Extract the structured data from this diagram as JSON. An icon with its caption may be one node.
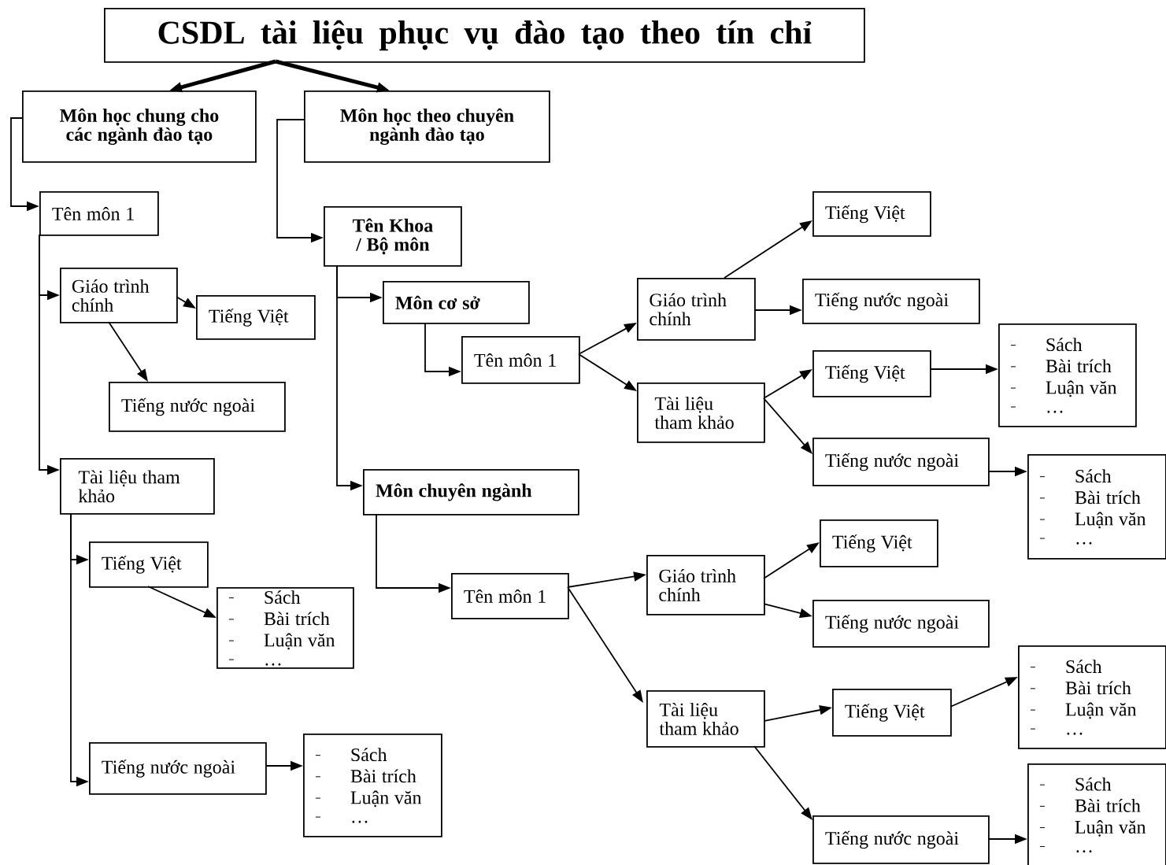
{
  "diagram": {
    "nodes": [
      {
        "text": [
          "CSDL tài liệu phục vụ đào tạo theo tín chỉ"
        ]
      },
      {
        "text": [
          "Môn học chung cho các ngành đào tạo"
        ]
      },
      {
        "text": [
          "Môn học theo chuyên ngành đào tạo"
        ]
      },
      {
        "text": [
          "Tên môn 1"
        ]
      },
      {
        "text": [
          "Giáo trình chính"
        ]
      },
      {
        "text": [
          "Tiếng Việt"
        ]
      },
      {
        "text": [
          "Tiếng nước ngoài"
        ]
      },
      {
        "text": [
          "Tài liệu tham khảo"
        ]
      },
      {
        "text": [
          "Tiếng Việt"
        ]
      },
      {
        "text": [
          "Sách",
          "Bài trích",
          "Luận văn",
          "…"
        ]
      },
      {
        "text": [
          "Tiếng nước ngoài"
        ]
      },
      {
        "text": [
          "Sách",
          "Bài trích",
          "Luận văn",
          "…"
        ]
      },
      {
        "text": [
          "Tên Khoa / Bộ môn"
        ]
      },
      {
        "text": [
          "Môn cơ sở"
        ]
      },
      {
        "text": [
          "Tên môn 1"
        ]
      },
      {
        "text": [
          "Giáo trình chính"
        ]
      },
      {
        "text": [
          "Tiếng Việt"
        ]
      },
      {
        "text": [
          "Tiếng nước ngoài"
        ]
      },
      {
        "text": [
          "Tài liệu tham khảo"
        ]
      },
      {
        "text": [
          "Tiếng Việt"
        ]
      },
      {
        "text": [
          "Sách",
          "Bài trích",
          "Luận văn",
          "…"
        ]
      },
      {
        "text": [
          "Tiếng nước ngoài"
        ]
      },
      {
        "text": [
          "Sách",
          "Bài trích",
          "Luận văn",
          "…"
        ]
      },
      {
        "text": [
          "Môn chuyên ngành"
        ]
      },
      {
        "text": [
          "Tên môn 1"
        ]
      },
      {
        "text": [
          "Giáo trình chính"
        ]
      },
      {
        "text": [
          "Tiếng Việt"
        ]
      },
      {
        "text": [
          "Tiếng nước ngoài"
        ]
      },
      {
        "text": [
          "Tài liệu tham khảo"
        ]
      },
      {
        "text": [
          "Tiếng Việt"
        ]
      },
      {
        "text": [
          "Sách",
          "Bài trích",
          "Luận văn",
          "…"
        ]
      },
      {
        "text": [
          "Tiếng nước ngoài"
        ]
      },
      {
        "text": [
          "Sách",
          "Bài trích",
          "Luận văn",
          "…"
        ]
      }
    ],
    "edges": [
      {
        "from": 0,
        "to": 1,
        "arrow": "to",
        "style": "thick"
      },
      {
        "from": 0,
        "to": 2,
        "arrow": "to",
        "style": "thick"
      },
      {
        "from": 1,
        "to": 3,
        "arrow": "to"
      },
      {
        "from": 3,
        "to": 4,
        "arrow": "to"
      },
      {
        "from": 3,
        "to": 7,
        "arrow": "to"
      },
      {
        "from": 4,
        "to": 5,
        "arrow": "to"
      },
      {
        "from": 4,
        "to": 6,
        "arrow": "to"
      },
      {
        "from": 7,
        "to": 8,
        "arrow": "to"
      },
      {
        "from": 7,
        "to": 10,
        "arrow": "to"
      },
      {
        "from": 8,
        "to": 9,
        "arrow": "to"
      },
      {
        "from": 10,
        "to": 11,
        "arrow": "to"
      },
      {
        "from": 2,
        "to": 12,
        "arrow": "to"
      },
      {
        "from": 12,
        "to": 13,
        "arrow": "to"
      },
      {
        "from": 12,
        "to": 23,
        "arrow": "to"
      },
      {
        "from": 13,
        "to": 14,
        "arrow": "to"
      },
      {
        "from": 14,
        "to": 15,
        "arrow": "to"
      },
      {
        "from": 14,
        "to": 18,
        "arrow": "to"
      },
      {
        "from": 15,
        "to": 16,
        "arrow": "to"
      },
      {
        "from": 15,
        "to": 17,
        "arrow": "to"
      },
      {
        "from": 18,
        "to": 19,
        "arrow": "to"
      },
      {
        "from": 18,
        "to": 21,
        "arrow": "to"
      },
      {
        "from": 19,
        "to": 20,
        "arrow": "to"
      },
      {
        "from": 21,
        "to": 22,
        "arrow": "to"
      },
      {
        "from": 23,
        "to": 24,
        "arrow": "to"
      },
      {
        "from": 24,
        "to": 25,
        "arrow": "to"
      },
      {
        "from": 24,
        "to": 28,
        "arrow": "to"
      },
      {
        "from": 25,
        "to": 26,
        "arrow": "to"
      },
      {
        "from": 25,
        "to": 27,
        "arrow": "to"
      },
      {
        "from": 28,
        "to": 29,
        "arrow": "to"
      },
      {
        "from": 28,
        "to": 31,
        "arrow": "to"
      },
      {
        "from": 29,
        "to": 30,
        "arrow": "to"
      },
      {
        "from": 31,
        "to": 32,
        "arrow": "to"
      }
    ]
  }
}
